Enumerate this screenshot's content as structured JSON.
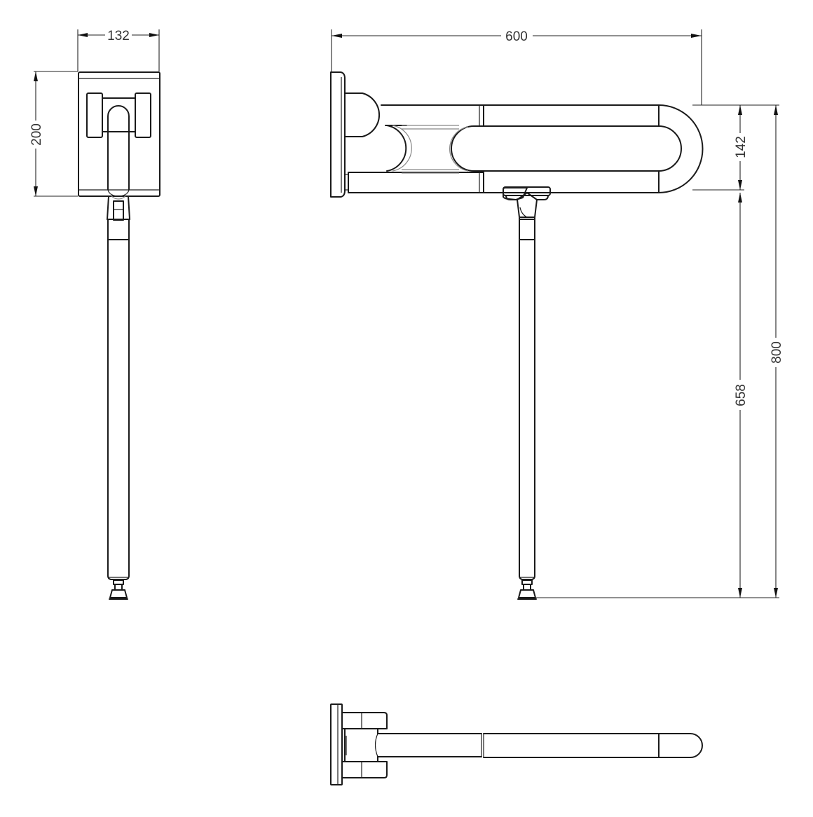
{
  "drawing": {
    "subject": "fold-up grab bar with support leg",
    "views": [
      {
        "name": "front-view",
        "description": "wall plate with bar and leg, viewed end-on"
      },
      {
        "name": "side-view",
        "description": "U-shaped folding bar with support leg"
      },
      {
        "name": "top-view",
        "description": "bar viewed from above"
      }
    ],
    "units": "mm",
    "dimensions": {
      "front_width": "132",
      "front_height": "200",
      "bar_length": "600",
      "bar_height": "142",
      "leg_height": "658",
      "total_height": "800"
    },
    "colors": {
      "line": "#1a1a1a",
      "background": "#ffffff"
    }
  }
}
